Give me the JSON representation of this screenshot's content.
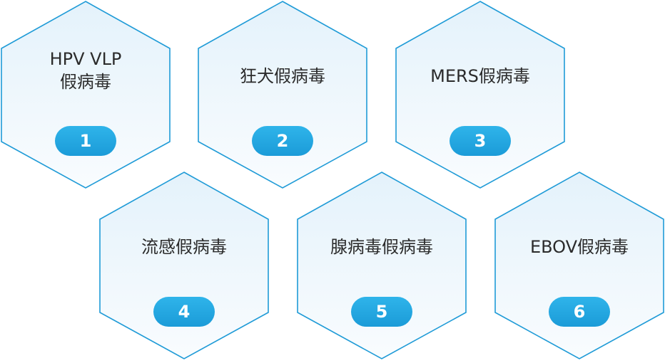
{
  "colors": {
    "hex_fill_top": "#e4f2fb",
    "hex_fill_bottom": "#f9fcfe",
    "hex_stroke": "#1f9bd7",
    "badge": "#23a7e2",
    "badge_text": "#ffffff",
    "label_text": "#2b2b2b"
  },
  "items": [
    {
      "label": "HPV VLP\n假病毒",
      "number": "1"
    },
    {
      "label": "狂犬假病毒",
      "number": "2"
    },
    {
      "label": "MERS假病毒",
      "number": "3"
    },
    {
      "label": "流感假病毒",
      "number": "4"
    },
    {
      "label": "腺病毒假病毒",
      "number": "5"
    },
    {
      "label": "EBOV假病毒",
      "number": "6"
    }
  ]
}
